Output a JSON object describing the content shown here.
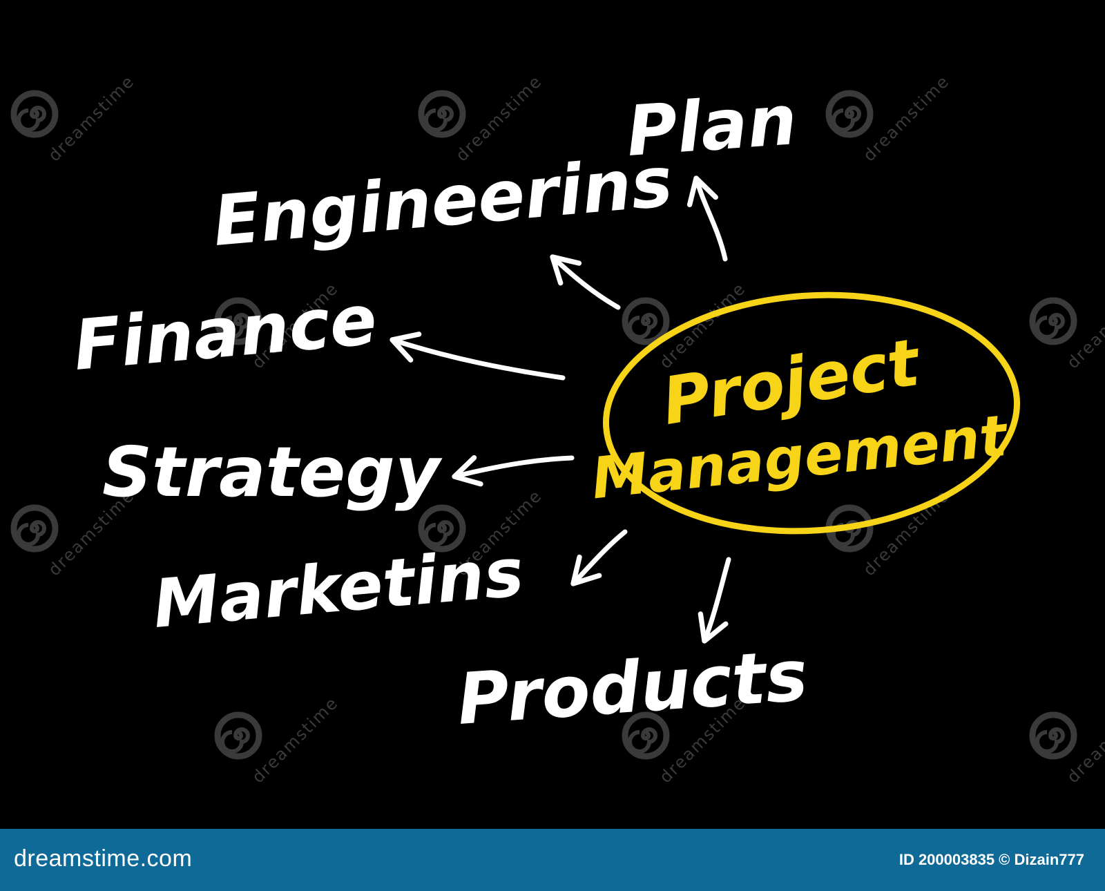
{
  "diagram": {
    "center": {
      "line1": "Project",
      "line2": "Management",
      "color": "#f7d417"
    },
    "branches": [
      {
        "id": "plan",
        "label": "Plan"
      },
      {
        "id": "engineerings",
        "label": "Engineerins"
      },
      {
        "id": "finance",
        "label": "Finance"
      },
      {
        "id": "strategy",
        "label": "Strategy"
      },
      {
        "id": "marketing",
        "label": "Marketins"
      },
      {
        "id": "products",
        "label": "Products"
      }
    ],
    "text_color": "#ffffff",
    "background": "#000000"
  },
  "watermark": {
    "text": "dreamstime"
  },
  "footer": {
    "brand": "dreamstime.com",
    "credit": "ID 200003835 © Dizain777",
    "background": "#0f6a97"
  }
}
